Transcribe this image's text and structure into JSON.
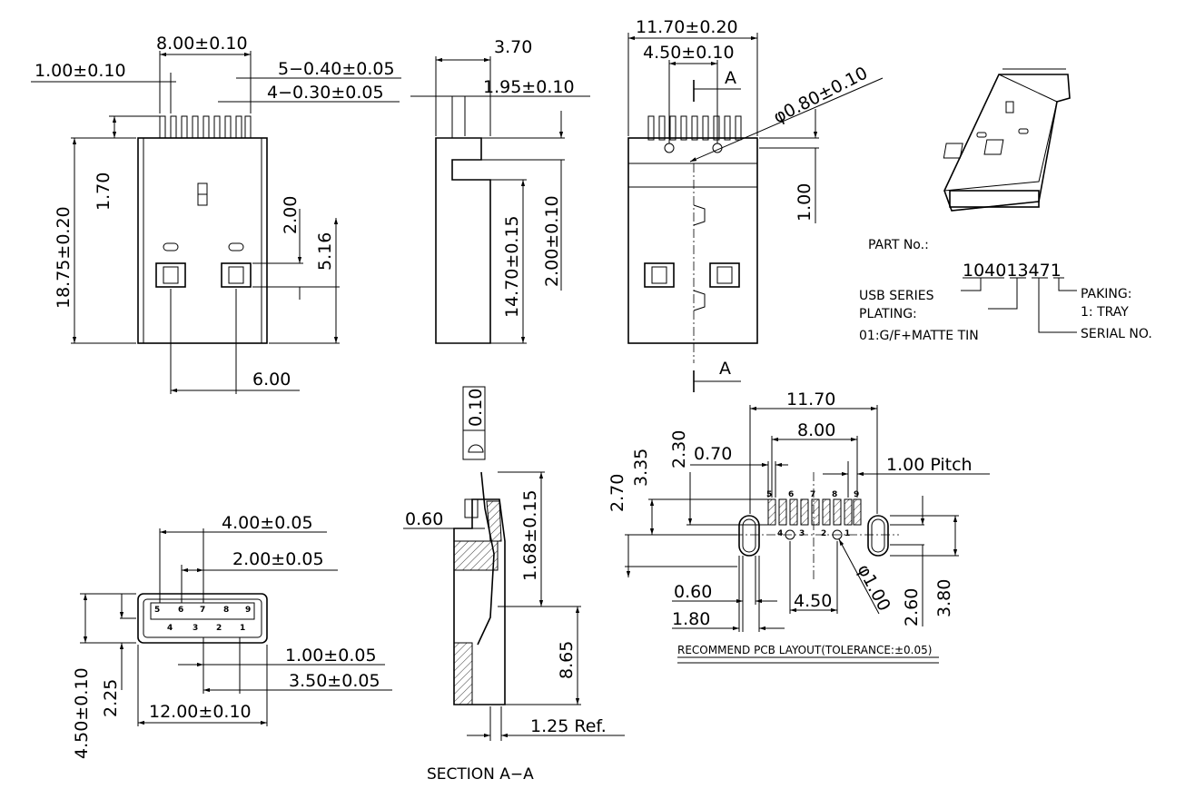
{
  "top_view": {
    "pitch_label": "1.00±0.10",
    "span_label": "8.00±0.10",
    "pin5_label": "5−0.40±0.05",
    "pin4_label": "4−0.30±0.05",
    "pin_len_label": "1.70",
    "body_len_label": "18.75±0.20",
    "hole_h_label": "2.00",
    "hole_pos_label": "5.16",
    "hole_span_label": "6.00"
  },
  "side_view": {
    "total_label": "3.70",
    "offset_label": "1.95±0.10",
    "body_label": "14.70±0.15",
    "step_label": "2.00±0.10"
  },
  "front_view": {
    "width_label": "11.70±0.20",
    "half_label": "4.50±0.10",
    "peg_label": "φ0.80±0.10",
    "peg_pos_label": "1.00",
    "section_mark": "A"
  },
  "part_info": {
    "part_no_title": "PART No.:",
    "part_number": "104013471",
    "series_label": "USB SERIES",
    "plating_label": "PLATING:",
    "plating_value": "01:G/F+MATTE TIN",
    "packing_label": "PAKING:",
    "packing_value": "1: TRAY",
    "serial_label": "SERIAL NO."
  },
  "end_view": {
    "inner_w_label": "4.00±0.05",
    "inner_h_label": "2.00±0.05",
    "pin_w_label": "1.00±0.05",
    "pin_span_label": "3.50±0.05",
    "total_w_label": "12.00±0.10",
    "total_h_label": "4.50±0.10",
    "half_h_label": "2.25",
    "pin_top": [
      "5",
      "6",
      "7",
      "8",
      "9"
    ],
    "pin_bottom": [
      "4",
      "3",
      "2",
      "1"
    ]
  },
  "section_view": {
    "flatness_value": "0.10",
    "lead_label": "0.60",
    "height_label": "1.68±0.15",
    "depth_label": "8.65",
    "ref_label": "1.25 Ref.",
    "caption": "SECTION  A−A"
  },
  "pcb_layout": {
    "width_label": "11.70",
    "span_label": "8.00",
    "pad_label": "0.70",
    "pitch_label": "1.00  Pitch",
    "dim_270": "2.70",
    "dim_335": "3.35",
    "dim_230": "2.30",
    "hole_w_label": "0.60",
    "slot_w_label": "1.80",
    "hole_span_label": "4.50",
    "hole_dia_label": "φ1.00",
    "dim_260": "2.60",
    "dim_380": "3.80",
    "caption": "RECOMMEND  PCB  LAYOUT(TOLERANCE:±0.05)",
    "pin_top": [
      "5",
      "6",
      "7",
      "8",
      "9"
    ],
    "pin_bottom": [
      "4",
      "3",
      "2",
      "1"
    ]
  }
}
